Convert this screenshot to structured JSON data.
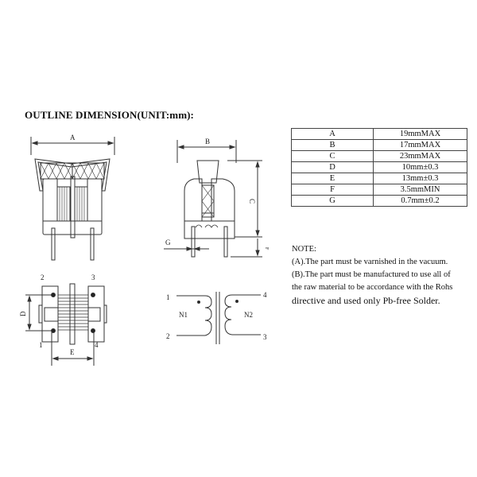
{
  "title": "OUTLINE DIMENSION(UNIT:mm):",
  "spec_table": [
    {
      "dim": "A",
      "value": "19mmMAX"
    },
    {
      "dim": "B",
      "value": "17mmMAX"
    },
    {
      "dim": "C",
      "value": "23mmMAX"
    },
    {
      "dim": "D",
      "value": "10mm±0.3"
    },
    {
      "dim": "E",
      "value": "13mm±0.3"
    },
    {
      "dim": "F",
      "value": "3.5mmMIN"
    },
    {
      "dim": "G",
      "value": "0.7mm±0.2"
    }
  ],
  "note": {
    "heading": "NOTE:",
    "line_a": "(A).The part must be varnished in the vacuum.",
    "line_b1": "(B).The part must be manufactured to use all of",
    "line_b2": "the raw material to be accordance with the Rohs",
    "line_b3": "directive and used only Pb-free Solder."
  },
  "drawings": {
    "front_view": {
      "dim_label": "A"
    },
    "side_view": {
      "dim_labels": {
        "width": "B",
        "height": "C",
        "pin_length": "F",
        "pin_dia": "G"
      }
    },
    "bottom_view": {
      "pins": [
        "1",
        "2",
        "3",
        "4"
      ],
      "dim_labels": {
        "pitch_y": "D",
        "pitch_x": "E"
      }
    },
    "schematic": {
      "pins": [
        "1",
        "2",
        "3",
        "4"
      ],
      "windings": [
        "N1",
        "N2"
      ]
    }
  }
}
